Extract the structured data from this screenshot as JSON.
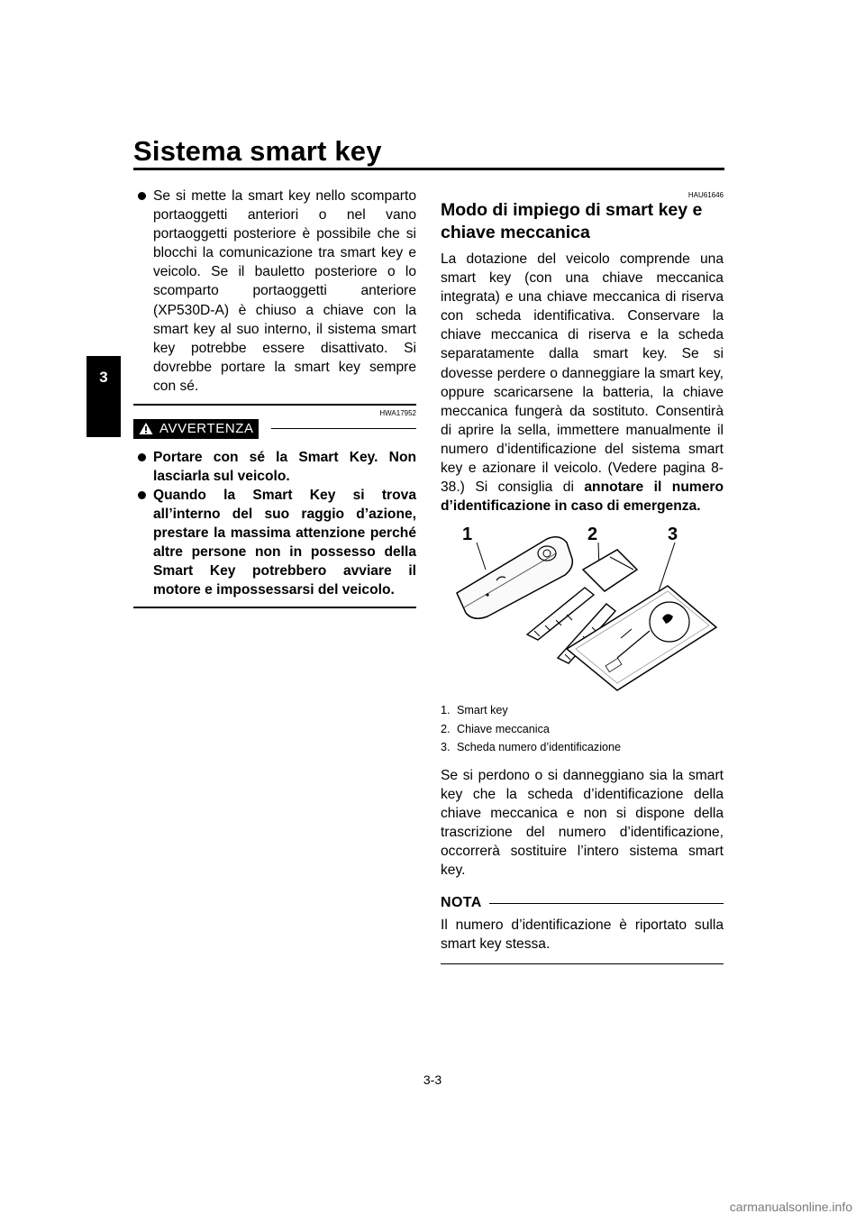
{
  "header": {
    "title": "Sistema smart key",
    "chapter_tab": "3"
  },
  "left_column": {
    "intro_bullet": "Se si mette la smart key nello scomparto portaoggetti anteriori o nel vano portaoggetti posteriore è possibile che si blocchi la comunicazione tra smart key e veicolo. Se il bauletto posteriore o lo scomparto portaoggetti anteriore (XP530D-A) è chiuso a chiave con la smart key al suo interno, il sistema smart key potrebbe essere disattivato. Si dovrebbe portare la smart key sempre con sé.",
    "warning": {
      "code": "HWA17952",
      "label": "AVVERTENZA",
      "bullets": [
        "Portare con sé la Smart Key. Non lasciarla sul veicolo.",
        "Quando la Smart Key si trova all’interno del suo raggio d’azione, prestare la massima attenzione perché altre persone non in possesso della Smart Key potrebbero avviare il motore e impossessarsi del veicolo."
      ]
    }
  },
  "right_column": {
    "code": "HAU61646",
    "section_title": "Modo di impiego di smart key e chiave meccanica",
    "para1_text": "La dotazione del veicolo comprende una smart key (con una chiave meccanica integrata) e una chiave meccanica di riserva con scheda identificativa. Conservare la chiave meccanica di riserva e la scheda separatamente dalla smart key. Se si dovesse perdere o danneggiare la smart key, oppure scaricarsene la batteria, la chiave meccanica fungerà da sostituto. Consentirà di aprire la sella, immettere manualmente il numero d’identificazione del sistema smart key e azionare il veicolo. (Vedere pagina 8-38.) Si consiglia di ",
    "para1_bold": "annotare il numero d’identificazione in caso di emergenza.",
    "figure": {
      "callouts": [
        "1",
        "2",
        "3"
      ],
      "captions": [
        {
          "num": "1.",
          "text": "Smart key"
        },
        {
          "num": "2.",
          "text": "Chiave meccanica"
        },
        {
          "num": "3.",
          "text": "Scheda numero d’identificazione"
        }
      ]
    },
    "para2": "Se si perdono o si danneggiano sia la smart key che la scheda d’identificazione della chiave meccanica e non si dispone della trascrizione del numero d’identificazione, occorrerà sostituire l’intero sistema smart key.",
    "nota": {
      "label": "NOTA",
      "text": "Il numero d’identificazione è riportato sulla smart key stessa."
    }
  },
  "footer": {
    "page_number": "3-3",
    "watermark": "carmanualsonline.info"
  }
}
